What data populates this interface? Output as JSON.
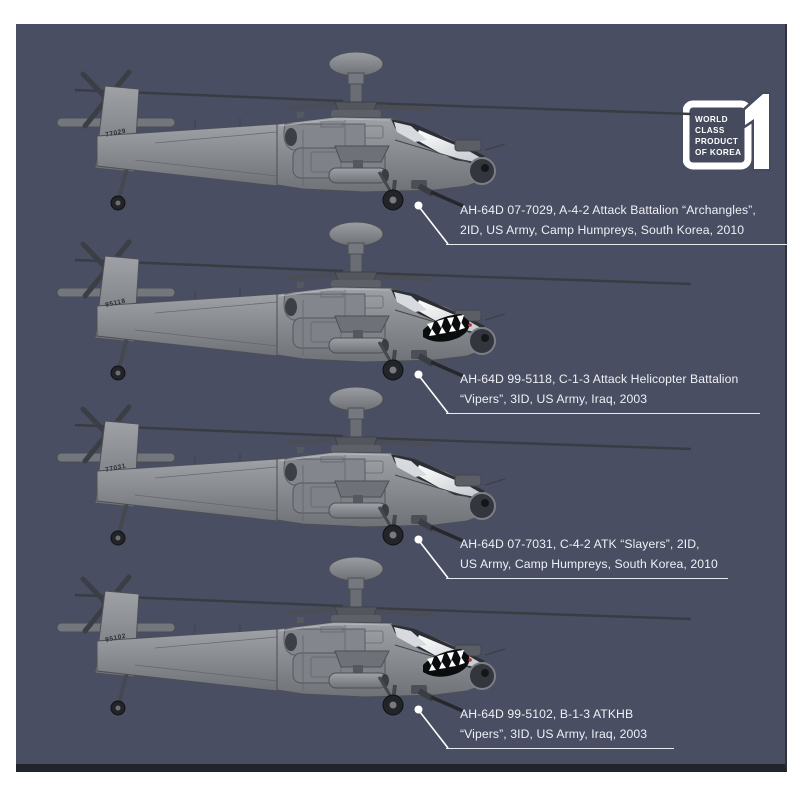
{
  "colors": {
    "panel_bg": "#4a4e62",
    "caption_color": "#eef0f4",
    "airframe_gray": "#85888d",
    "canopy_glass": "#f0f2f5"
  },
  "logo": {
    "lines": [
      "WORLD",
      "CLASS",
      "PRODUCT",
      "OF KOREA"
    ],
    "numeral": "1"
  },
  "illustration_alt": "AH-64D Apache Longbow side profile",
  "helicopters": [
    {
      "tail_number": "77029",
      "shark_mouth": false,
      "caption_line1": "AH-64D 07-7029, A-4-2 Attack Battalion “Archangles”,",
      "caption_line2": "2ID, US Army, Camp Humpreys, South Korea, 2010"
    },
    {
      "tail_number": "95118",
      "shark_mouth": true,
      "caption_line1": "AH-64D 99-5118, C-1-3 Attack Helicopter Battalion",
      "caption_line2": "“Vipers”, 3ID, US Army, Iraq, 2003"
    },
    {
      "tail_number": "77031",
      "shark_mouth": false,
      "caption_line1": "AH-64D 07-7031, C-4-2 ATK “Slayers”, 2ID,",
      "caption_line2": "US Army, Camp Humpreys, South Korea, 2010"
    },
    {
      "tail_number": "95102",
      "shark_mouth": true,
      "caption_line1": "AH-64D 99-5102, B-1-3 ATKHB",
      "caption_line2": "“Vipers”, 3ID, US Army, Iraq, 2003"
    }
  ]
}
